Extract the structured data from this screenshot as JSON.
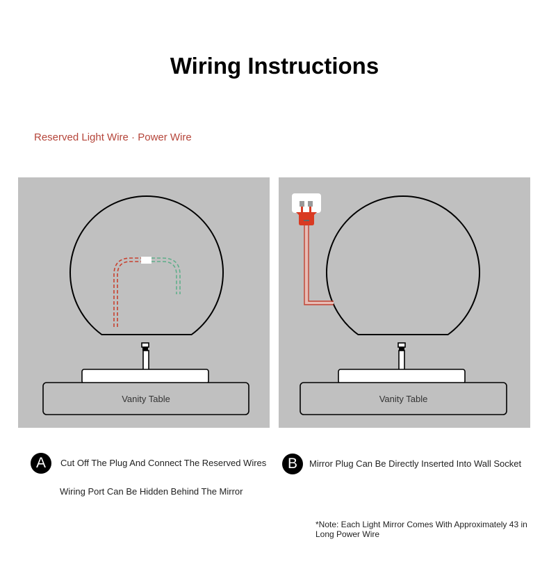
{
  "title": "Wiring Instructions",
  "subtitle": "Reserved Light Wire · Power Wire",
  "panels": [
    {
      "badge": "A",
      "table_label": "Vanity Table"
    },
    {
      "badge": "B",
      "table_label": "Vanity Table"
    }
  ],
  "captions": {
    "a_main": "Cut Off The Plug And Connect The Reserved Wires",
    "a_sub": "Wiring Port Can Be Hidden Behind The Mirror",
    "b_main": "Mirror Plug Can Be Directly Inserted Into Wall Socket"
  },
  "note": "*Note: Each Light Mirror Comes With Approximately 43 in Long Power Wire",
  "colors": {
    "red_wire": "#c8412f",
    "green_wire": "#5fae8a",
    "plug": "#d93a22",
    "panel": "#c0c0c0"
  }
}
